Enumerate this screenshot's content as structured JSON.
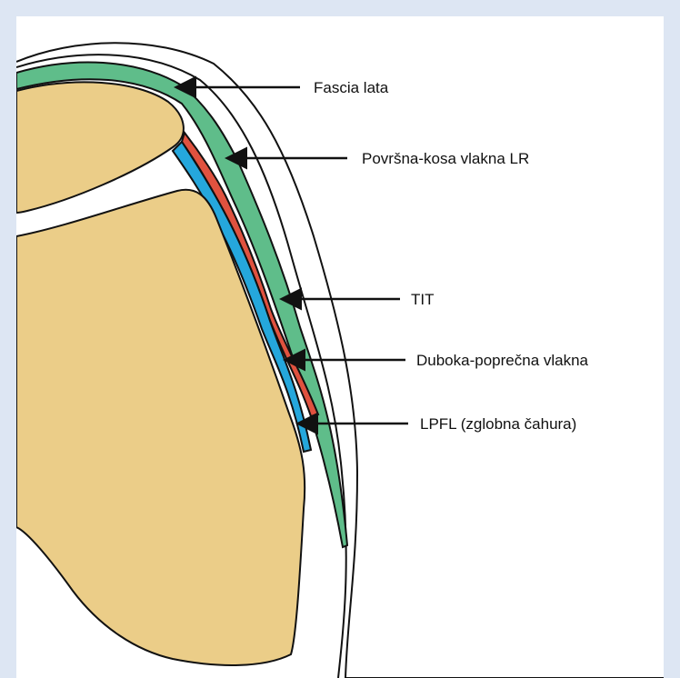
{
  "colors": {
    "background": "#dde6f3",
    "panel": "#ffffff",
    "bone": "#ebcd88",
    "fascia_lata": "#5fbd8a",
    "superficial_oblique": "#e0523f",
    "joint_capsule": "#25a7dc",
    "outline": "#111111",
    "arrow": "#111111"
  },
  "labels": [
    {
      "id": "fascia-lata",
      "text": "Fascia lata"
    },
    {
      "id": "povrsna-kosa-vlakna",
      "text": "Površna-kosa vlakna LR"
    },
    {
      "id": "tit",
      "text": "TIT"
    },
    {
      "id": "duboka-poprecna-vlakna",
      "text": "Duboka-poprečna vlakna"
    },
    {
      "id": "lpfl",
      "text": "LPFL (zglobna čahura)"
    }
  ]
}
